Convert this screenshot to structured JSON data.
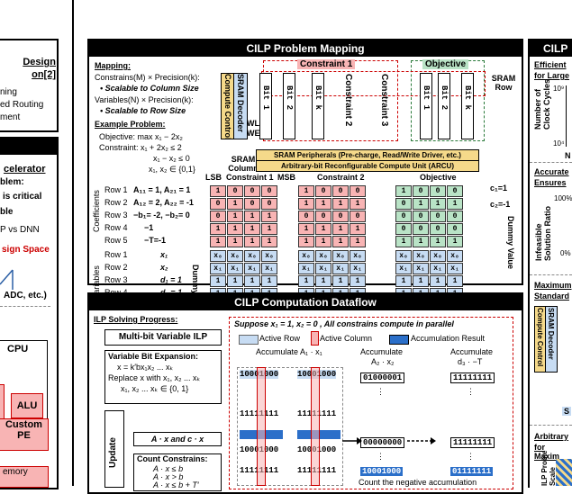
{
  "left": {
    "design_t1": "Design",
    "design_t2": "on[2]",
    "l1": "ning",
    "l2": "ed Routing",
    "l3": "ment",
    "acc": "celerator",
    "blem": "blem:",
    "critical": "is critical",
    "ble": "ble",
    "pdnn": "P vs DNN",
    "space": "sign Space",
    "adc": "ADC, etc.)",
    "cpu": "CPU",
    "alu": "ALU",
    "custom": "Custom",
    "pe": "PE",
    "memory": "emory"
  },
  "mapping": {
    "header": "CILP Problem Mapping",
    "mapping_label": "Mapping:",
    "line1": "Constrains(M) × Precision(k):",
    "line1b": "Scalable to Column Size",
    "line2": "Variables(N) × Precision(k):",
    "line2b": "Scalable to Row Size",
    "example": "Example Problem:",
    "obj": "Objective: max x₁ − 2x₂",
    "c1": "Constraint: x₁ + 2x₂ ≤ 2",
    "c2": "x₁ − x₂ ≤ 0",
    "c3": "x₁, x₂ ∈ {0,1}",
    "constraint1_top": "Constraint 1",
    "objective_top": "Objective",
    "sram_row": "SRAM Row",
    "compute_control": "Compute Control",
    "sram_decoder": "SRAM Decoder",
    "wl": "WL",
    "we": "WE",
    "bit1": "Bit 1",
    "bit2": "Bit 2",
    "bitk": "Bit k",
    "constraint2_v": "Constraint 2",
    "constraint3_v": "Constraint 3",
    "sram_column": "SRAM Column",
    "peripherals": "SRAM Peripherals (Pre-charge, Read/Write Driver, etc.)",
    "arcu": "Arbitrary-bit Reconfigurable Compute Unit (ARCU)",
    "lsb": "LSB",
    "msb": "MSB",
    "col_c1": "Constraint 1",
    "col_c2": "Constraint 2",
    "col_obj": "Objective",
    "coefficients": "Coefficients",
    "variables": "Variables",
    "dummy_value": "Dummy Value",
    "dummy_variables": "Dummy Variables",
    "c1eq": "c₁=1",
    "c2eq": "c₂=-1",
    "rows": [
      {
        "label": "Row 1",
        "expr": "A₁₁ = 1, A₂₁ = 1"
      },
      {
        "label": "Row 2",
        "expr": "A₁₂ = 2, A₂₂ = -1"
      },
      {
        "label": "Row 3",
        "expr": "−b₁= -2, −b₂= 0"
      },
      {
        "label": "Row 4",
        "expr": "−1"
      },
      {
        "label": "Row 5",
        "expr": "−T=-1"
      }
    ],
    "vrows": [
      {
        "label": "Row 1",
        "expr": "x₁"
      },
      {
        "label": "Row 2",
        "expr": "x₂"
      },
      {
        "label": "Row 3",
        "expr": "d₁ = 1"
      },
      {
        "label": "Row 4",
        "expr": "d₂ = 1"
      },
      {
        "label": "Row 5",
        "expr": "d₃ = 1"
      }
    ],
    "coef_grid": [
      [
        "1",
        "0",
        "0",
        "0",
        "1",
        "0",
        "0",
        "0",
        "1",
        "0",
        "0",
        "0"
      ],
      [
        "0",
        "1",
        "0",
        "0",
        "1",
        "1",
        "1",
        "1",
        "0",
        "1",
        "1",
        "1"
      ],
      [
        "0",
        "1",
        "1",
        "1",
        "0",
        "0",
        "0",
        "0",
        "0",
        "0",
        "0",
        "0"
      ],
      [
        "1",
        "1",
        "1",
        "1",
        "1",
        "1",
        "1",
        "1",
        "0",
        "0",
        "0",
        "0"
      ],
      [
        "1",
        "1",
        "1",
        "1",
        "1",
        "1",
        "1",
        "1",
        "1",
        "1",
        "1",
        "1"
      ]
    ],
    "var_grid": [
      [
        "x₀",
        "x₀",
        "x₀",
        "x₀",
        "x₀",
        "x₀",
        "x₀",
        "x₀",
        "x₀",
        "x₀",
        "x₀",
        "x₀"
      ],
      [
        "x₁",
        "x₁",
        "x₁",
        "x₁",
        "x₁",
        "x₁",
        "x₁",
        "x₁",
        "x₁",
        "x₁",
        "x₁",
        "x₁"
      ],
      [
        "1",
        "1",
        "1",
        "1",
        "1",
        "1",
        "1",
        "1",
        "1",
        "1",
        "1",
        "1"
      ],
      [
        "1",
        "1",
        "1",
        "1",
        "1",
        "1",
        "1",
        "1",
        "1",
        "1",
        "1",
        "1"
      ],
      [
        "1",
        "1",
        "1",
        "1",
        "1",
        "1",
        "1",
        "1",
        "1",
        "1",
        "1",
        "1"
      ]
    ]
  },
  "dataflow": {
    "header": "CILP Computation Dataflow",
    "progress": "ILP Solving Progress:",
    "multi": "Multi-bit Variable ILP",
    "vbe": "Variable Bit Expansion:",
    "vbe1": "x = k′bx₁x₂ ... xₖ",
    "vbe2": "Replace x with x₁, x₂ ... xₖ",
    "vbe3": "x₁, x₂ ... xₖ ∈ {0, 1}",
    "update": "Update",
    "ax": "A · x and c · x",
    "count": "Count Constrains:",
    "cnt1": "A · x ≤ b",
    "cnt2": "A · x > b",
    "cnt3": "A · x ≤ b + T′",
    "suppose": "Suppose x₁ = 1, x₂ = 0 , All constrains compute in parallel",
    "legend_active_row": "Active Row",
    "legend_active_col": "Active Column",
    "legend_acc": "Accumulation Result",
    "acc1": "Accumulate A₁ · x₁",
    "acc2": "Accumulate",
    "acc2b": "A₂ · x₂",
    "acc3": "Accumulate",
    "acc3b": "d₃ · −T",
    "r1": "10001000",
    "r2": "11111111",
    "r3": "10001000",
    "r4": "01000001",
    "r5": "00000000",
    "r6": "10001000",
    "r7": "11111111",
    "r8": "01111111",
    "count_neg": "Count the negative accumulation"
  },
  "right": {
    "cilp": "CILP",
    "efficient": "Efficient",
    "forlarge": "for Large",
    "num": "Number of Clock Cycles",
    "e9": "10⁹",
    "e4": "10⁴",
    "n": "N",
    "accurate": "Accurate",
    "ensures": "Ensures",
    "p100": "100%",
    "p0": "0%",
    "infeasible": "Infeasible Solution Ratio",
    "maximum": "Maximum",
    "standard": "Standard",
    "cc": "Compute Control",
    "sd": "SRAM Decoder",
    "s": "S",
    "arb": "Arbitrary",
    "formax": "for Maxim",
    "ilp": "ILP Proble Scale"
  }
}
